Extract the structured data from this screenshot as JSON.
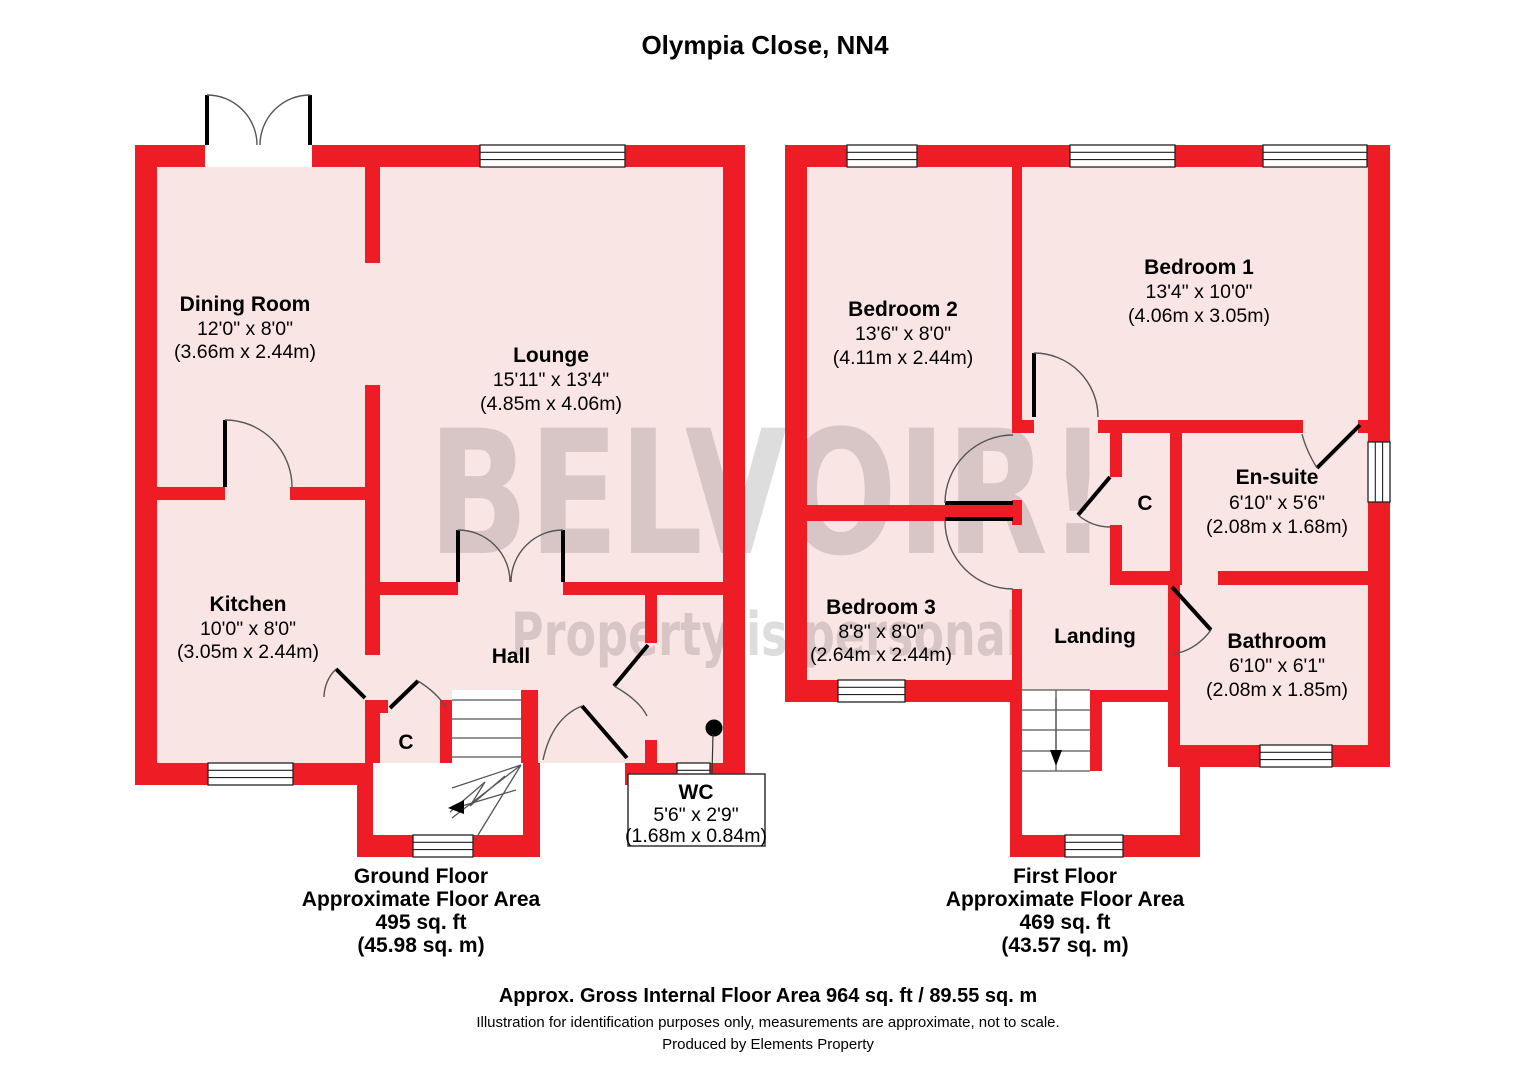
{
  "title": "Olympia Close, NN4",
  "watermark": {
    "line1": "BELVOIR!",
    "line2": "Property is personal"
  },
  "colors": {
    "wall_red": "#EE1C25",
    "room_pink": "#FAE5E5",
    "text": "#000000",
    "watermark_gray": "#DDDDDD"
  },
  "ground_floor": {
    "rooms": {
      "dining": {
        "name": "Dining Room",
        "imperial": "12'0\" x 8'0\"",
        "metric": "(3.66m x 2.44m)"
      },
      "lounge": {
        "name": "Lounge",
        "imperial": "15'11\" x 13'4\"",
        "metric": "(4.85m x 4.06m)"
      },
      "kitchen": {
        "name": "Kitchen",
        "imperial": "10'0\" x 8'0\"",
        "metric": "(3.05m x 2.44m)"
      },
      "hall": {
        "name": "Hall"
      },
      "closet": {
        "name": "C"
      },
      "wc": {
        "name": "WC",
        "imperial": "5'6\" x 2'9\"",
        "metric": "(1.68m x 0.84m)"
      }
    },
    "caption": [
      "Ground Floor",
      "Approximate Floor Area",
      "495 sq. ft",
      "(45.98 sq. m)"
    ]
  },
  "first_floor": {
    "rooms": {
      "bedroom1": {
        "name": "Bedroom 1",
        "imperial": "13'4\" x 10'0\"",
        "metric": "(4.06m x 3.05m)"
      },
      "bedroom2": {
        "name": "Bedroom 2",
        "imperial": "13'6\" x 8'0\"",
        "metric": "(4.11m x 2.44m)"
      },
      "bedroom3": {
        "name": "Bedroom 3",
        "imperial": "8'8\" x 8'0\"",
        "metric": "(2.64m x 2.44m)"
      },
      "ensuite": {
        "name": "En-suite",
        "imperial": "6'10\" x 5'6\"",
        "metric": "(2.08m x 1.68m)"
      },
      "bathroom": {
        "name": "Bathroom",
        "imperial": "6'10\" x 6'1\"",
        "metric": "(2.08m x 1.85m)"
      },
      "landing": {
        "name": "Landing"
      },
      "closet": {
        "name": "C"
      }
    },
    "caption": [
      "First Floor",
      "Approximate Floor Area",
      "469 sq. ft",
      "(43.57 sq. m)"
    ]
  },
  "footer": {
    "line1": "Approx. Gross Internal Floor Area 964 sq. ft / 89.55 sq. m",
    "line2": "Illustration for identification purposes only, measurements are approximate, not to scale.",
    "line3": "Produced by Elements Property"
  }
}
